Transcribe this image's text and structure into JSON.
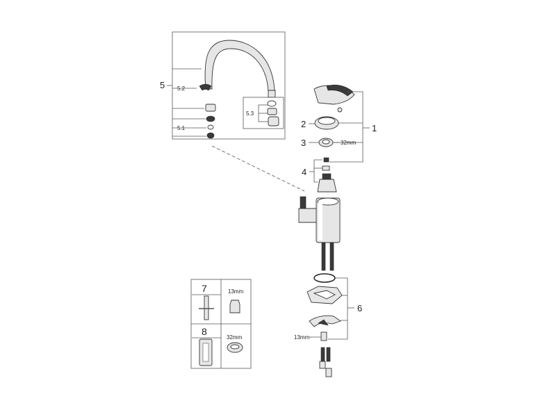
{
  "callouts": {
    "c1": "1",
    "c2": "2",
    "c3": "3",
    "c4": "4",
    "c5": "5",
    "c5_1": "5.1",
    "c5_2": "5.2",
    "c5_3": "5.3",
    "c6": "6",
    "c7": "7",
    "c8": "8"
  },
  "dimensions": {
    "d32_part3": "32mm",
    "d13_part6": "13mm",
    "d13_tool7": "13mm",
    "d32_tool8": "32mm"
  }
}
